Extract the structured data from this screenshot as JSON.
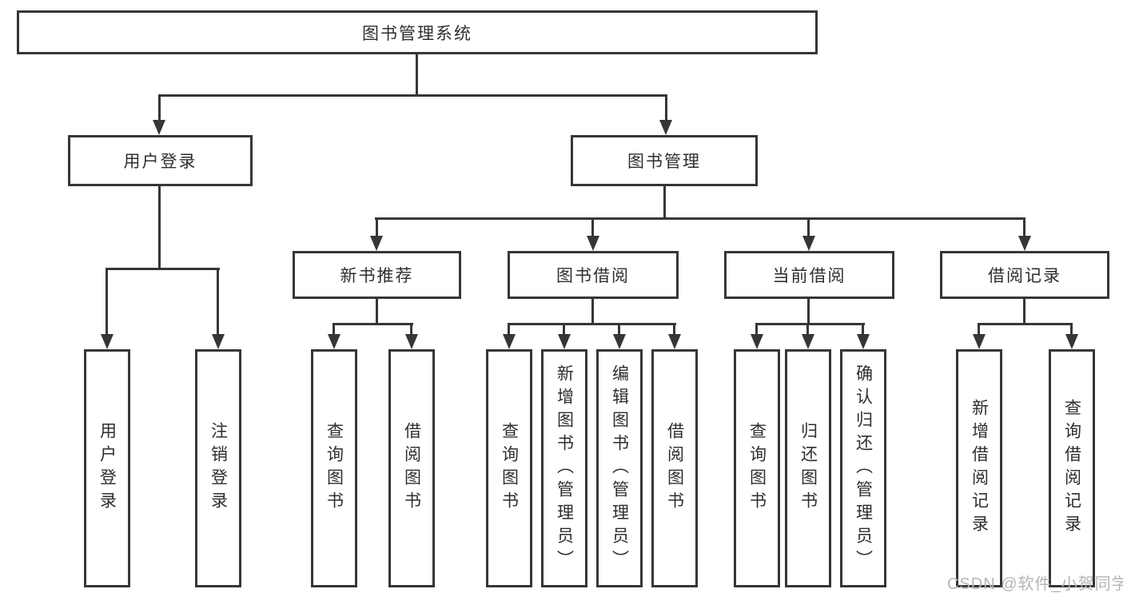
{
  "diagram": {
    "root": {
      "label": "图书管理系统"
    },
    "level2": [
      {
        "label": "用户登录"
      },
      {
        "label": "图书管理"
      }
    ],
    "level3": [
      {
        "label": "新书推荐"
      },
      {
        "label": "图书借阅"
      },
      {
        "label": "当前借阅"
      },
      {
        "label": "借阅记录"
      }
    ],
    "leaves": [
      {
        "label": "用户登录"
      },
      {
        "label": "注销登录"
      },
      {
        "label": "查询图书"
      },
      {
        "label": "借阅图书"
      },
      {
        "label": "查询图书"
      },
      {
        "label": "新增图书（管理员）"
      },
      {
        "label": "编辑图书（管理员）"
      },
      {
        "label": "借阅图书"
      },
      {
        "label": "查询图书"
      },
      {
        "label": "归还图书"
      },
      {
        "label": "确认归还（管理员）"
      },
      {
        "label": "新增借阅记录"
      },
      {
        "label": "查询借阅记录"
      }
    ]
  },
  "watermark": {
    "text": "CSDN @软件_小贺同学"
  },
  "colors": {
    "line": "#363636",
    "text": "#2e2e2e",
    "watermark": "#b5b5b5",
    "background": "#ffffff"
  }
}
